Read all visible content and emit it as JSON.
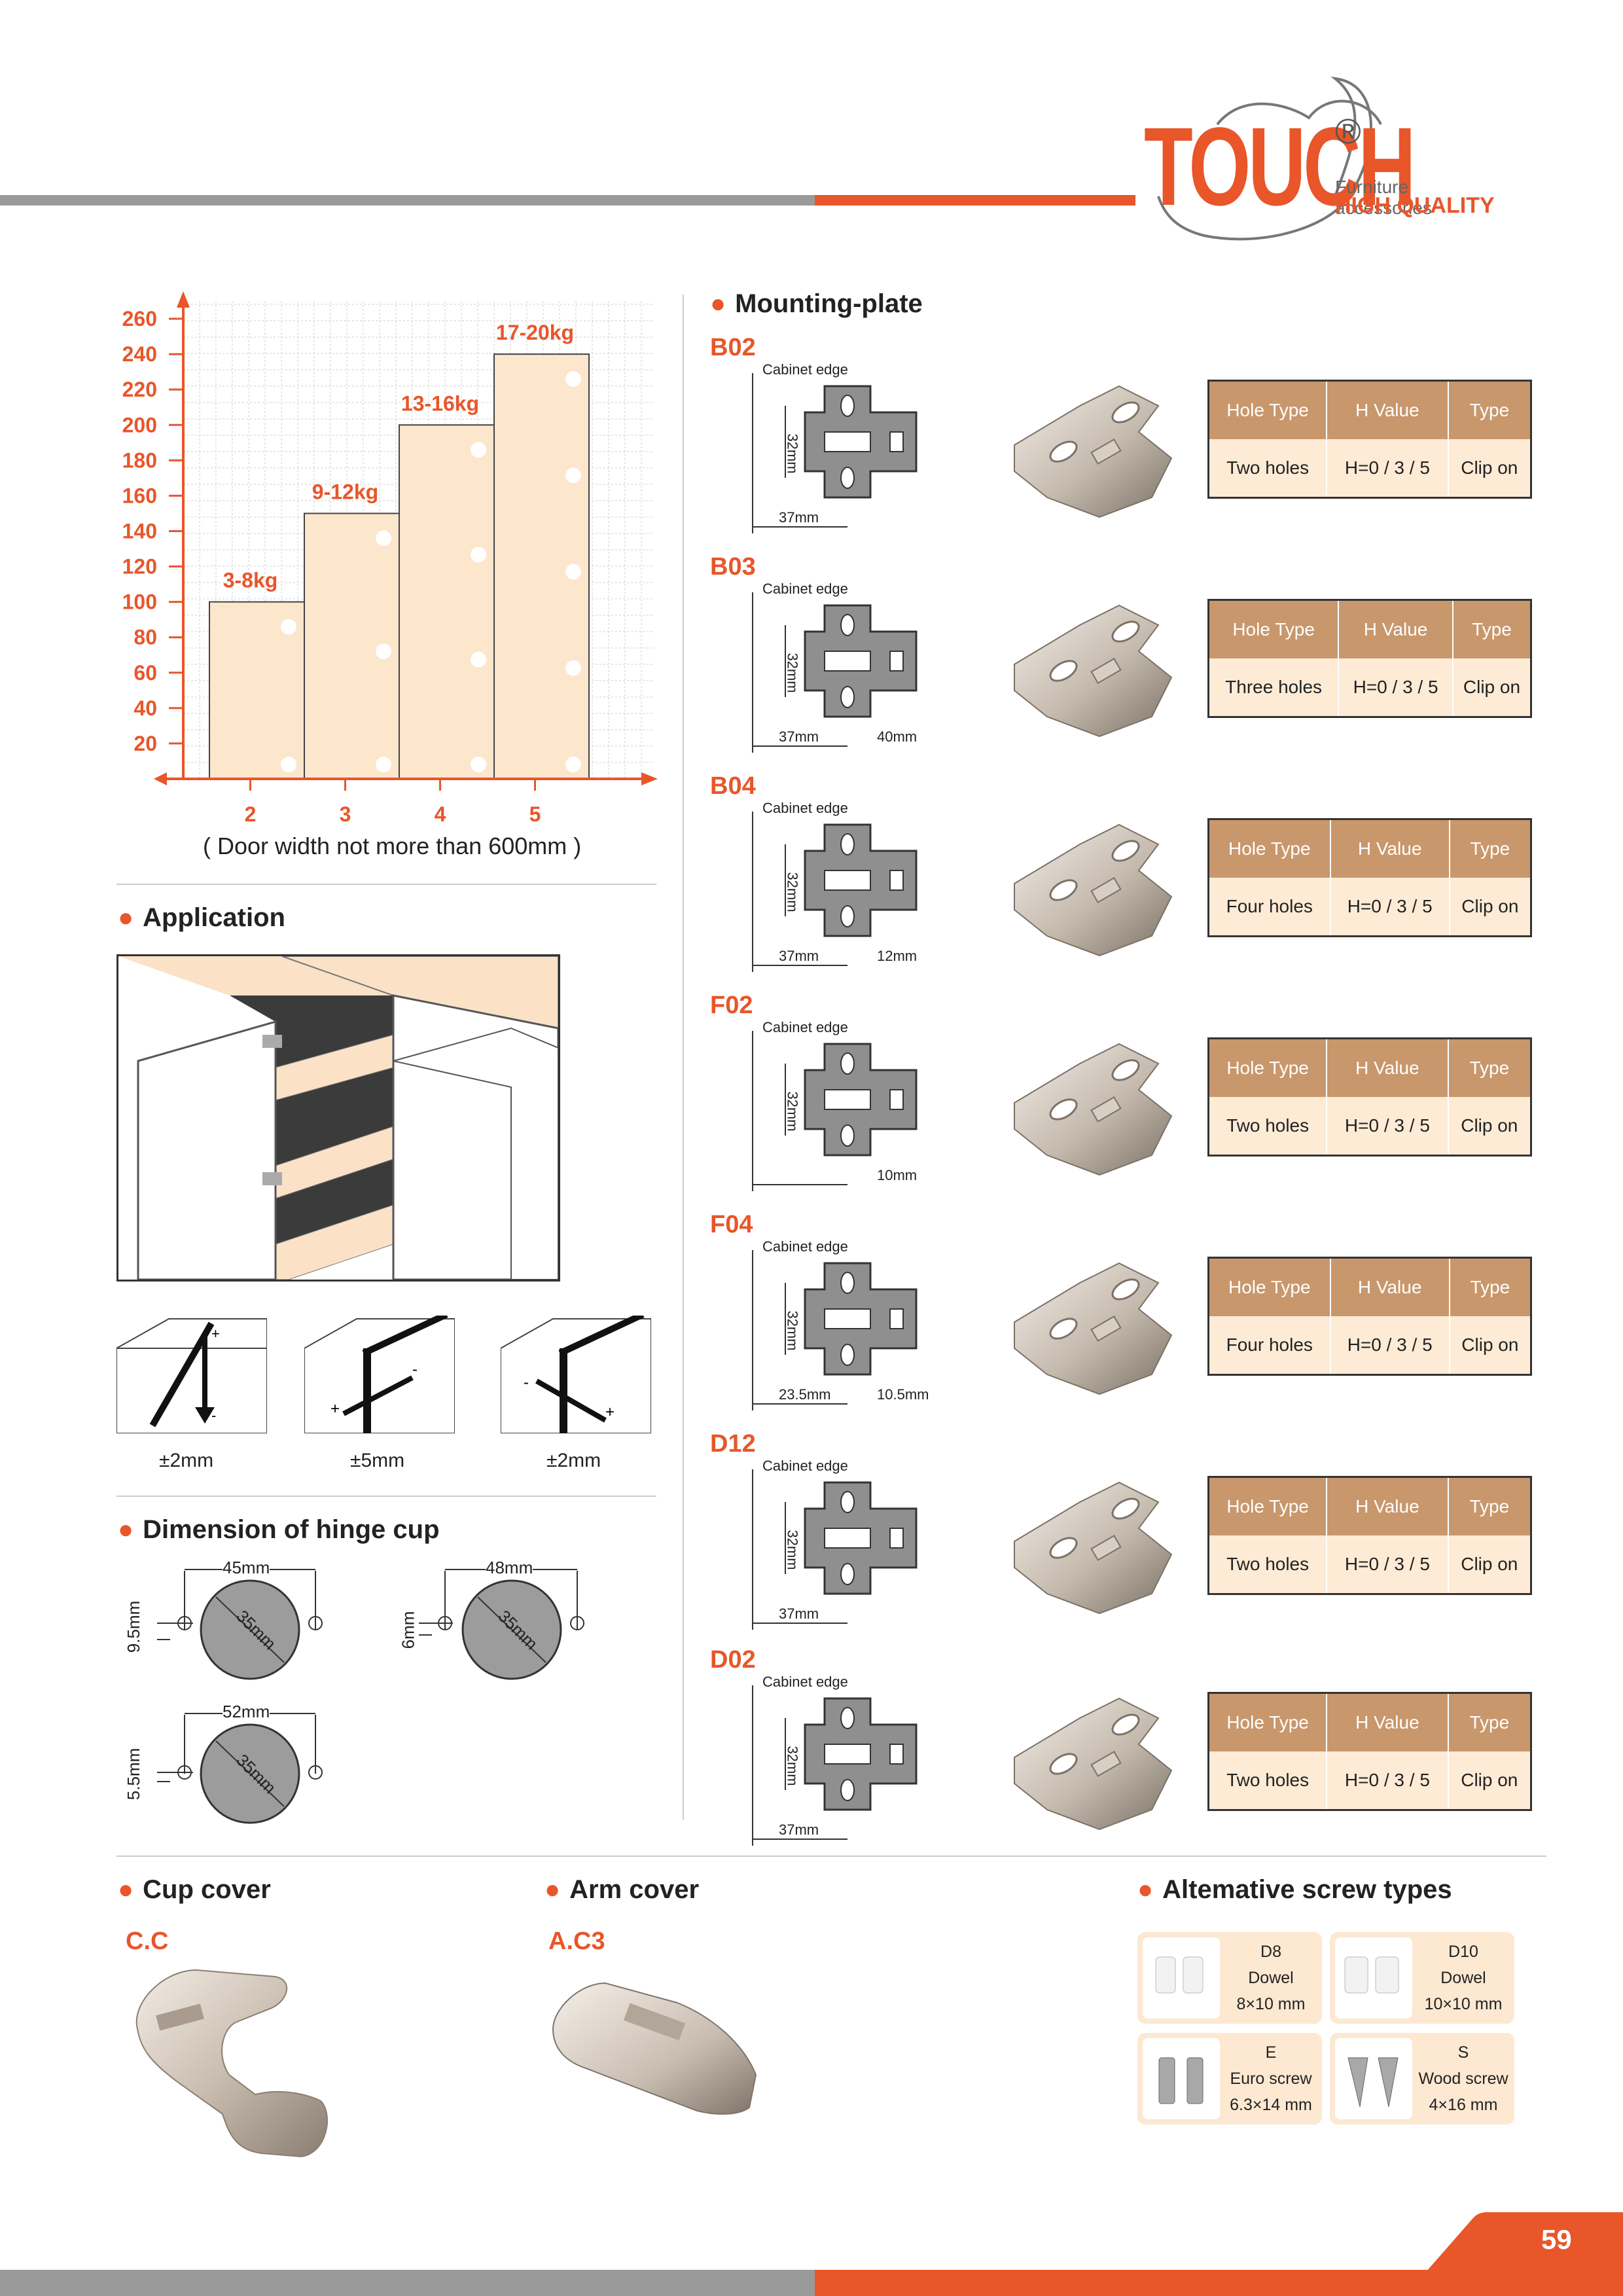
{
  "brand": {
    "name": "TOUCH",
    "reg": "®",
    "tag1": "Furniture accessories",
    "tag2": "HIGH QUALITY"
  },
  "chart_data": {
    "type": "bar",
    "categories": [
      "2",
      "3",
      "4",
      "5"
    ],
    "values": [
      100,
      150,
      200,
      240
    ],
    "bar_labels": [
      "3-8kg",
      "9-12kg",
      "13-16kg",
      "17-20kg"
    ],
    "yticks": [
      20,
      40,
      60,
      80,
      100,
      120,
      140,
      160,
      180,
      200,
      220,
      240,
      260
    ],
    "ylim": [
      0,
      270
    ],
    "xlabel": "( Door width not more than 600mm )",
    "grid": true,
    "colors": {
      "bar": "#fce6cc",
      "axis": "#e8562a",
      "text": "#e8562a"
    }
  },
  "application": {
    "title": "Application",
    "adjust": [
      "±2mm",
      "±5mm",
      "±2mm"
    ]
  },
  "hinge_cup": {
    "title": "Dimension of hinge cup",
    "items": [
      {
        "width": "45mm",
        "offset": "9.5mm",
        "dia": "35mm"
      },
      {
        "width": "48mm",
        "offset": "6mm",
        "dia": "35mm"
      },
      {
        "width": "52mm",
        "offset": "5.5mm",
        "dia": "35mm"
      }
    ]
  },
  "mounting": {
    "title": "Mounting-plate",
    "headers": [
      "Hole Type",
      "H Value",
      "Type"
    ],
    "cabinet_edge": "Cabinet edge",
    "plates": [
      {
        "code": "B02",
        "hole": "Two holes",
        "h": "H=0 / 3 / 5",
        "type": "Clip on",
        "dim_v": "32mm",
        "dim_a": "37mm",
        "dim_b": ""
      },
      {
        "code": "B03",
        "hole": "Three holes",
        "h": "H=0 / 3 / 5",
        "type": "Clip on",
        "dim_v": "32mm",
        "dim_a": "37mm",
        "dim_b": "40mm"
      },
      {
        "code": "B04",
        "hole": "Four holes",
        "h": "H=0 / 3 / 5",
        "type": "Clip on",
        "dim_v": "32mm",
        "dim_a": "37mm",
        "dim_b": "12mm"
      },
      {
        "code": "F02",
        "hole": "Two holes",
        "h": "H=0 / 3 / 5",
        "type": "Clip on",
        "dim_v": "32mm",
        "dim_a": "",
        "dim_b": "10mm"
      },
      {
        "code": "F04",
        "hole": "Four holes",
        "h": "H=0 / 3 / 5",
        "type": "Clip on",
        "dim_v": "32mm",
        "dim_a": "23.5mm",
        "dim_b": "10.5mm"
      },
      {
        "code": "D12",
        "hole": "Two holes",
        "h": "H=0 / 3 / 5",
        "type": "Clip on",
        "dim_v": "32mm",
        "dim_a": "37mm",
        "dim_b": ""
      },
      {
        "code": "D02",
        "hole": "Two holes",
        "h": "H=0 / 3 / 5",
        "type": "Clip on",
        "dim_v": "32mm",
        "dim_a": "37mm",
        "dim_b": ""
      }
    ]
  },
  "cup_cover": {
    "title": "Cup cover",
    "code": "C.C"
  },
  "arm_cover": {
    "title": "Arm cover",
    "code": "A.C3"
  },
  "screws": {
    "title": "Altemative screw types",
    "items": [
      {
        "code": "D8",
        "name": "Dowel",
        "size": "8×10 mm"
      },
      {
        "code": "D10",
        "name": "Dowel",
        "size": "10×10 mm"
      },
      {
        "code": "E",
        "name": "Euro screw",
        "size": "6.3×14 mm"
      },
      {
        "code": "S",
        "name": "Wood screw",
        "size": "4×16 mm"
      }
    ]
  },
  "page_number": "59"
}
